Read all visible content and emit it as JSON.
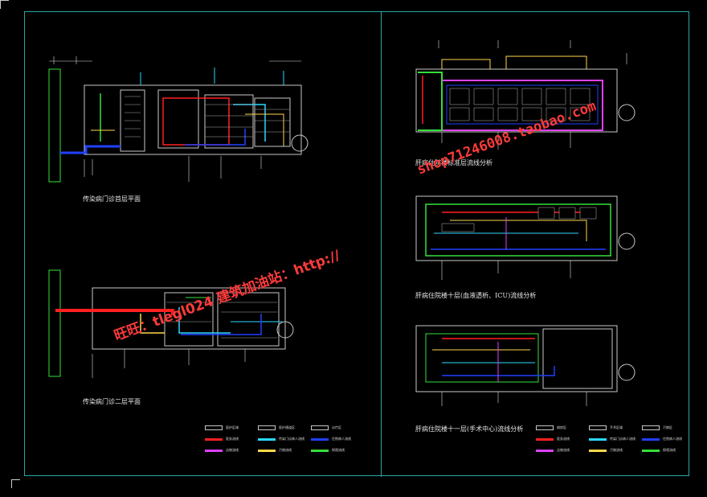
{
  "colors": {
    "frame": "#2aa7a7",
    "wall": "#c8c8c8",
    "red": "#ff2020",
    "yellow": "#ffd84a",
    "blue": "#2040ff",
    "cyan": "#2ad8ff",
    "green": "#35e03a",
    "magenta": "#e040ff",
    "watermark": "#ff3b3b"
  },
  "drawings": {
    "left_top_caption": "传染病门诊首层平面",
    "left_bottom_caption": "传染病门诊二层平面",
    "right_top_caption": "肝病住院楼标准层流线分析",
    "right_mid_caption": "肝病住院楼十层(血液透析、ICU)流线分析",
    "right_bot_caption": "肝病住院楼十一层(手术中心)流线分析"
  },
  "legend": [
    {
      "label": "医护区域",
      "color": "#c8c8c8"
    },
    {
      "label": "医护通道区",
      "color": "#c8c8c8"
    },
    {
      "label": "诊疗区",
      "color": "#c8c8c8"
    },
    {
      "label": "医务流线",
      "color": "#ff2020"
    },
    {
      "label": "传染门诊病人流线",
      "color": "#2ad8ff"
    },
    {
      "label": "住院病人流线",
      "color": "#2040ff"
    },
    {
      "label": "洁物流线",
      "color": "#e040ff"
    },
    {
      "label": "污物流线",
      "color": "#ffd84a"
    },
    {
      "label": "探视流线",
      "color": "#35e03a"
    }
  ],
  "legend_right": [
    {
      "label": "病房区",
      "color": "#c8c8c8"
    },
    {
      "label": "手术区域",
      "color": "#c8c8c8"
    },
    {
      "label": "污物区",
      "color": "#c8c8c8"
    },
    {
      "label": "医务流线",
      "color": "#ff2020"
    },
    {
      "label": "传染门诊病人流线",
      "color": "#2ad8ff"
    },
    {
      "label": "住院病人流线",
      "color": "#2040ff"
    },
    {
      "label": "洁物流线",
      "color": "#e040ff"
    },
    {
      "label": "污物流线",
      "color": "#ffd84a"
    },
    {
      "label": "探视流线",
      "color": "#35e03a"
    }
  ],
  "watermark": {
    "left": "旺旺：tlegl024  建筑加油站：http://",
    "right": "shop71246008.taobao.com"
  }
}
